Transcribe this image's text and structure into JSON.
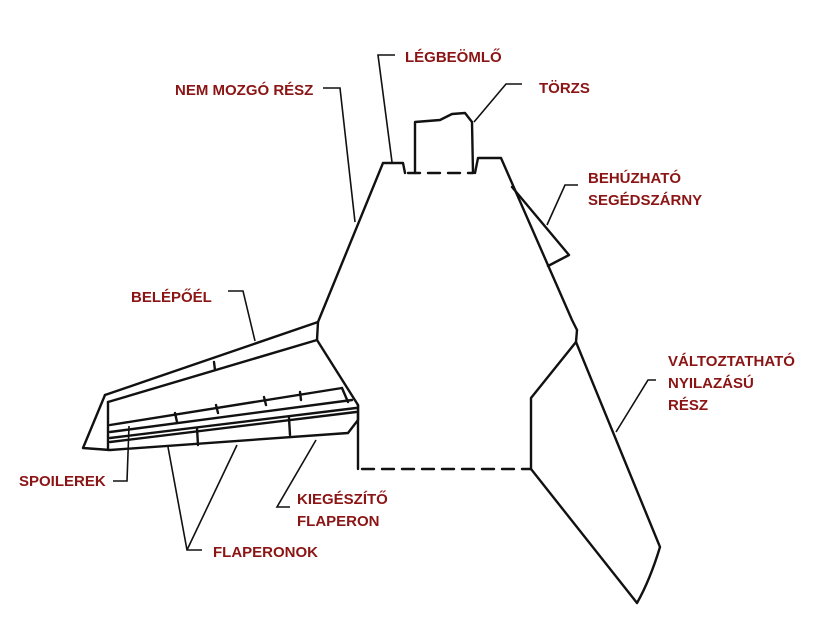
{
  "colors": {
    "label": "#8b1414",
    "line": "#111111"
  },
  "labels": {
    "fixed_part": "NEM MOZGÓ RÉSZ",
    "air_intake": "LÉGBEÖMLŐ",
    "fuselage": "TÖRZS",
    "retractable_flap_1": "BEHÚZHATÓ",
    "retractable_flap_2": "SEGÉDSZÁRNY",
    "leading_edge": "BELÉPŐÉL",
    "variable_sweep_1": "VÁLTOZTATHATÓ",
    "variable_sweep_2": "NYILAZÁSÚ",
    "variable_sweep_3": "RÉSZ",
    "spoilers": "SPOILEREK",
    "aux_flaperon_1": "KIEGÉSZÍTŐ",
    "aux_flaperon_2": "FLAPERON",
    "flaperons": "FLAPERONOK"
  }
}
